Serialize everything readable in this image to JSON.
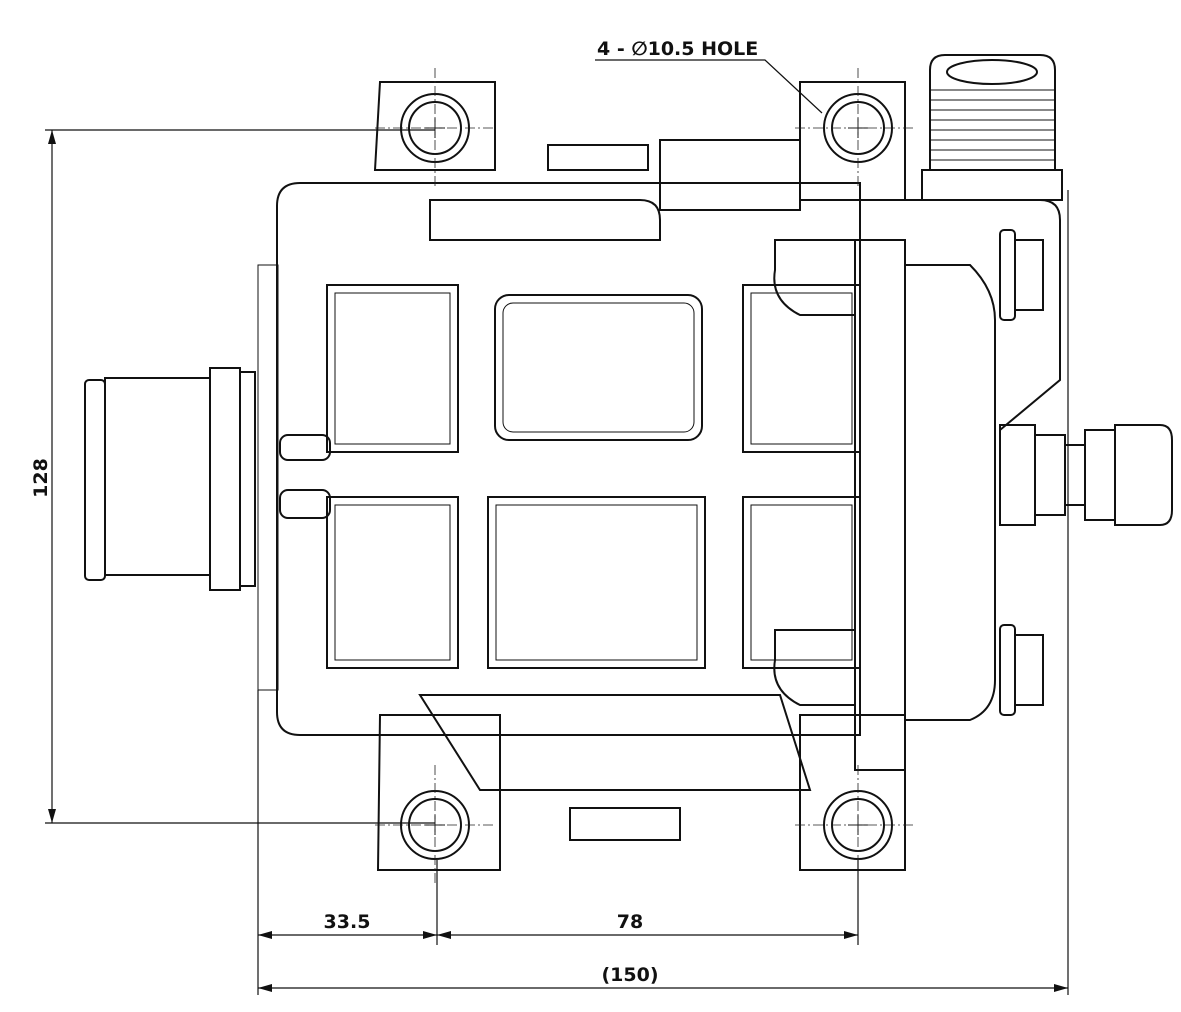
{
  "callout": {
    "hole_label": "4 -  ∅10.5 HOLE"
  },
  "dimensions": {
    "height": "128",
    "left_offset": "33.5",
    "hole_spacing": "78",
    "overall_length": "(150)"
  }
}
